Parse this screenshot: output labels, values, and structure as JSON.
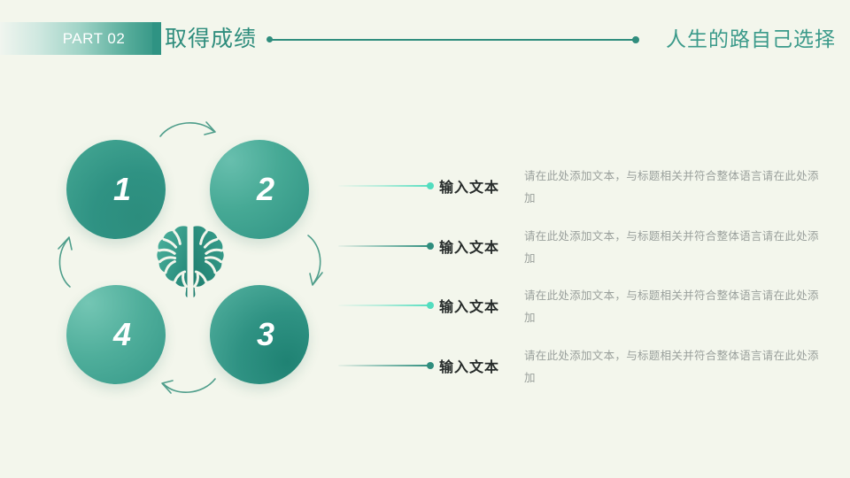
{
  "header": {
    "part_label": "PART 02",
    "title": "取得成绩",
    "subtitle": "人生的路自己选择"
  },
  "cycle": {
    "center_icon": "brain-icon",
    "circles": [
      {
        "number": "1",
        "position": "top-left"
      },
      {
        "number": "2",
        "position": "top-right"
      },
      {
        "number": "3",
        "position": "bottom-right"
      },
      {
        "number": "4",
        "position": "bottom-left"
      }
    ],
    "arrows": [
      {
        "name": "arrow-top",
        "direction": "right"
      },
      {
        "name": "arrow-right",
        "direction": "down"
      },
      {
        "name": "arrow-bottom",
        "direction": "left"
      },
      {
        "name": "arrow-left",
        "direction": "up"
      }
    ]
  },
  "list": {
    "rows": [
      {
        "title": "输入文本",
        "body": "请在此处添加文本，与标题相关并符合整体语言请在此处添加",
        "accent": "mint"
      },
      {
        "title": "输入文本",
        "body": "请在此处添加文本，与标题相关并符合整体语言请在此处添加",
        "accent": "teal"
      },
      {
        "title": "输入文本",
        "body": "请在此处添加文本，与标题相关并符合整体语言请在此处添加",
        "accent": "mint"
      },
      {
        "title": "输入文本",
        "body": "请在此处添加文本，与标题相关并符合整体语言请在此处添加",
        "accent": "teal"
      }
    ]
  },
  "colors": {
    "background": "#F3F6EC",
    "teal": "#2F8D7D",
    "teal_deep": "#2C8D7D",
    "mint": "#52DDBF",
    "title_text": "#2F8D7D",
    "body_text": "#9AA09C"
  }
}
